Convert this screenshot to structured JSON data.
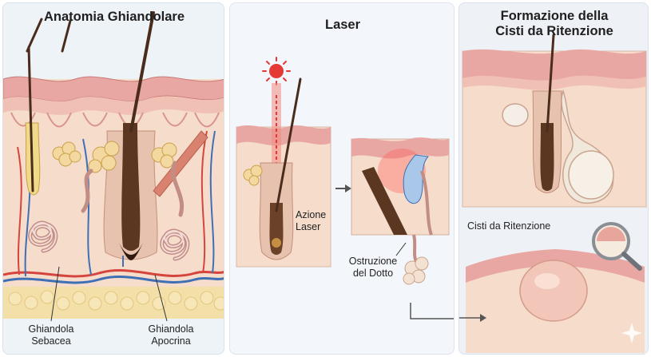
{
  "panels": {
    "anatomy": {
      "title": "Anatomia Ghiandolare",
      "labels": {
        "sebaceous": "Ghiandola\nSebacea",
        "apocrine": "Ghiandola\nApocrina"
      }
    },
    "laser": {
      "title": "Laser",
      "labels": {
        "action": "Azione\nLaser",
        "obstruction": "Ostruzione\ndel Dotto"
      }
    },
    "cyst": {
      "title": "Formazione della\nCisti da Ritenzione",
      "labels": {
        "retention_cyst": "Cisti da Ritenzione"
      }
    }
  },
  "colors": {
    "epidermis": "#e9a7a3",
    "dermis": "#f5d7c6",
    "fat": "#f3dfa8",
    "hair": "#4a2c1c",
    "artery": "#d6453d",
    "vein": "#3f6fb5",
    "laser": "#e53935",
    "cyst": "#f1e8dc"
  },
  "icons": [
    "laser-sun-icon",
    "arrow-right-icon",
    "magnifier-icon",
    "sparkle-icon"
  ]
}
